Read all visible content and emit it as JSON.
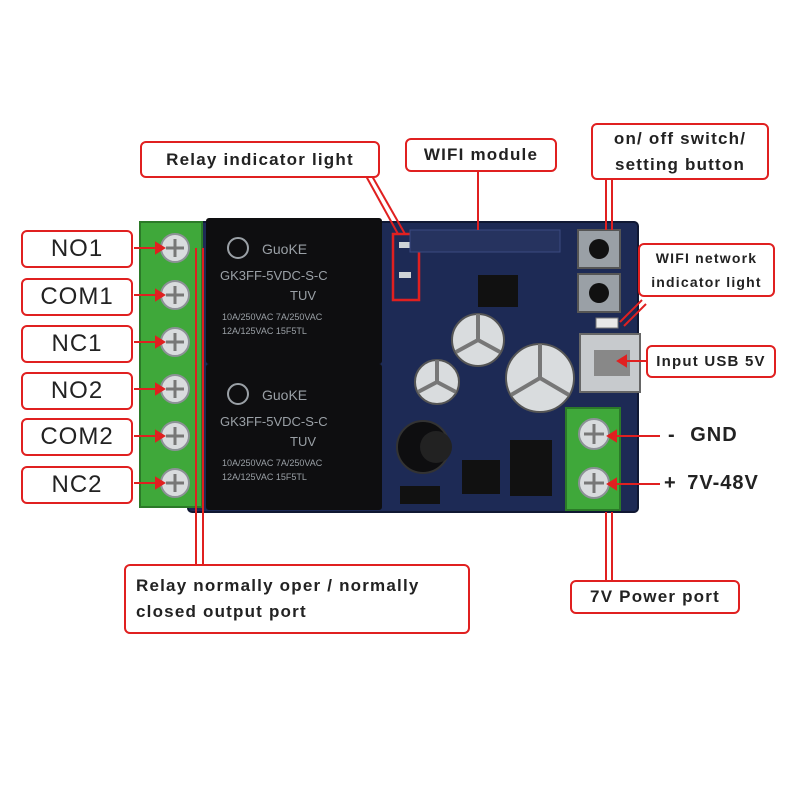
{
  "pin_labels": [
    "NO1",
    "COM1",
    "NC1",
    "NO2",
    "COM2",
    "NC2"
  ],
  "callouts": {
    "relay_indicator": "Relay indicator light",
    "wifi_module": "WIFI module",
    "onoff_line1": "on/ off switch/",
    "onoff_line2": "setting button",
    "wifi_net_line1": "WIFI network",
    "wifi_net_line2": "indicator light",
    "usb": "Input USB 5V",
    "relay_port_line1": "Relay normally oper / normally",
    "relay_port_line2": "closed output port",
    "power_port": "7V Power port"
  },
  "power_pins": {
    "gnd_sign": "-",
    "gnd": "GND",
    "vin_sign": "+",
    "vin": "7V-48V"
  },
  "relay": {
    "brand": "GuoKE",
    "model": "GK3FF-5VDC-S-C",
    "marks": "TUV",
    "rating1": "10A/250VAC  7A/250VAC",
    "rating2": "12A/125VAC   15F5TL"
  },
  "colors": {
    "callout_border": "#e02020",
    "pcb": "#1d2a55",
    "terminal": "#3fa83a",
    "relay_body": "#0e0e10"
  }
}
